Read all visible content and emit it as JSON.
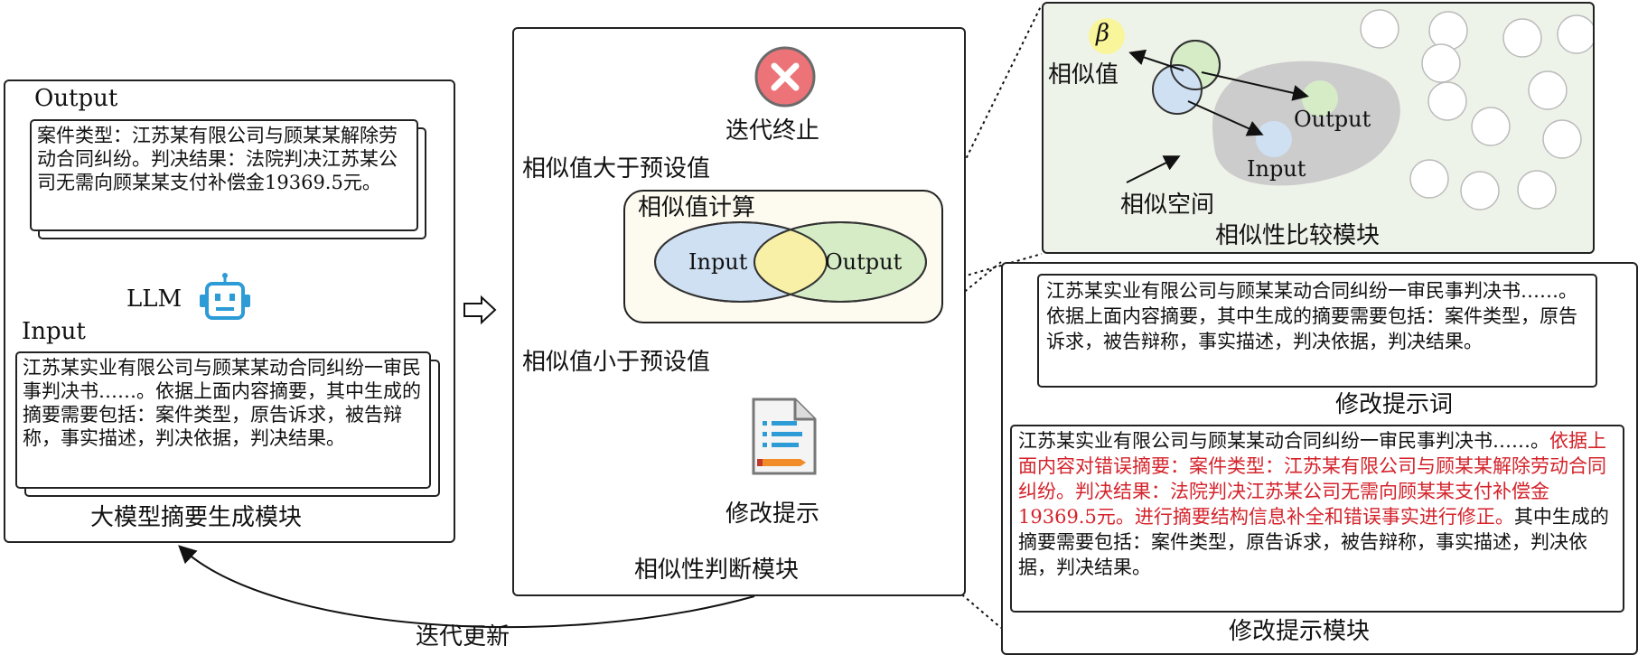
{
  "gen_module": {
    "title": "大模型摘要生成模块",
    "output_label": "Output",
    "output_text": "案件类型：江苏某有限公司与顾某某解除劳动合同纠纷。判决结果：法院判决江苏某公司无需向顾某某支付补偿金19369.5元。",
    "llm_label": "LLM",
    "input_label": "Input",
    "input_text": "江苏某实业有限公司与顾某某动合同纠纷一审民事判决书……。依据上面内容摘要，其中生成的摘要需要包括：案件类型，原告诉求，被告辩称，事实描述，判决依据，判决结果。"
  },
  "judge_module": {
    "title": "相似性判断模块",
    "stop_label": "迭代终止",
    "greater_label": "相似值大于预设值",
    "calc_title": "相似值计算",
    "input_ellipse": "Input",
    "output_ellipse": "Output",
    "less_label": "相似值小于预设值",
    "modify_label": "修改提示"
  },
  "compare_module": {
    "title": "相似性比较模块",
    "beta": "β",
    "similarity_value": "相似值",
    "output_label": "Output",
    "input_label": "Input",
    "space_label": "相似空间"
  },
  "prompt_module": {
    "title": "修改提示模块",
    "original_text": "江苏某实业有限公司与顾某某动合同纠纷一审民事判决书……。依据上面内容摘要，其中生成的摘要需要包括：案件类型，原告诉求，被告辩称，事实描述，判决依据，判决结果。",
    "modify_arrow_label": "修改提示词",
    "revised_black_1": "江苏某实业有限公司与顾某某动合同纠纷一审民事判决书……。",
    "revised_red": "依据上面内容对错误摘要：案件类型：江苏某有限公司与顾某某解除劳动合同纠纷。判决结果：法院判决江苏某公司无需向顾某某支付补偿金19369.5元。进行摘要结构信息补全和错误事实进行修正。",
    "revised_black_2": "其中生成的摘要需要包括：案件类型，原告诉求，被告辩称，事实描述，判决依据，判决结果。"
  },
  "iterate_label": "迭代更新",
  "colors": {
    "stop_red": "#ec7378",
    "input_blue": "#cfe0f3",
    "output_green": "#d6ecc7",
    "overlap_yellow": "#f7f0a6",
    "calc_bg": "#fdfbf0",
    "compare_bg": "#eef3ea",
    "space_gray": "#cccccc",
    "robot_blue": "#2c9bd6",
    "highlight_red": "#d4232b"
  },
  "icons": [
    "close-icon",
    "robot-icon",
    "document-edit-icon",
    "arrow-right-icon"
  ]
}
